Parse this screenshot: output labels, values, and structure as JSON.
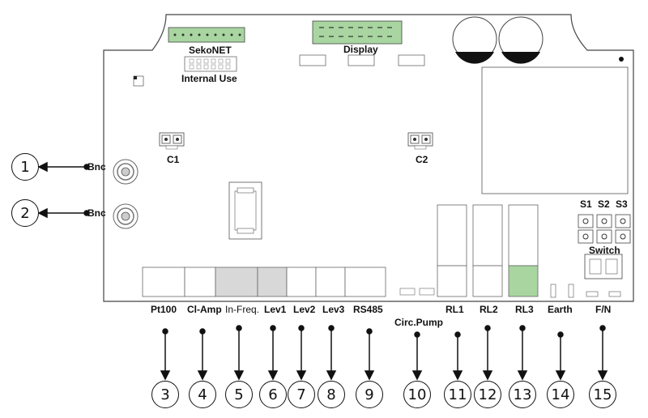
{
  "board": {
    "header_top": "SekoNET",
    "header_bottom": "Internal Use",
    "display": "Display",
    "c1": "C1",
    "c2": "C2",
    "s1": "S1",
    "s2": "S2",
    "s3": "S3",
    "switch": "Switch"
  },
  "bnc": {
    "label": "Bnc"
  },
  "terminals": [
    {
      "label": "Pt100",
      "number": "3"
    },
    {
      "label": "Cl-Amp",
      "number": "4"
    },
    {
      "label": "In-Freq.",
      "number": "5"
    },
    {
      "label": "Lev1",
      "number": "6"
    },
    {
      "label": "Lev2",
      "number": "7"
    },
    {
      "label": "Lev3",
      "number": "8"
    },
    {
      "label": "RS485",
      "number": "9"
    },
    {
      "label": "Circ.Pump",
      "number": "10"
    },
    {
      "label": "RL1",
      "number": "11"
    },
    {
      "label": "RL2",
      "number": "12"
    },
    {
      "label": "RL3",
      "number": "13"
    },
    {
      "label": "Earth",
      "number": "14"
    },
    {
      "label": "F/N",
      "number": "15"
    }
  ],
  "left_numbers": [
    "1",
    "2"
  ],
  "colors": {
    "highlight_green": "#a8d5a0",
    "connector_grey": "#d8d8d8"
  }
}
